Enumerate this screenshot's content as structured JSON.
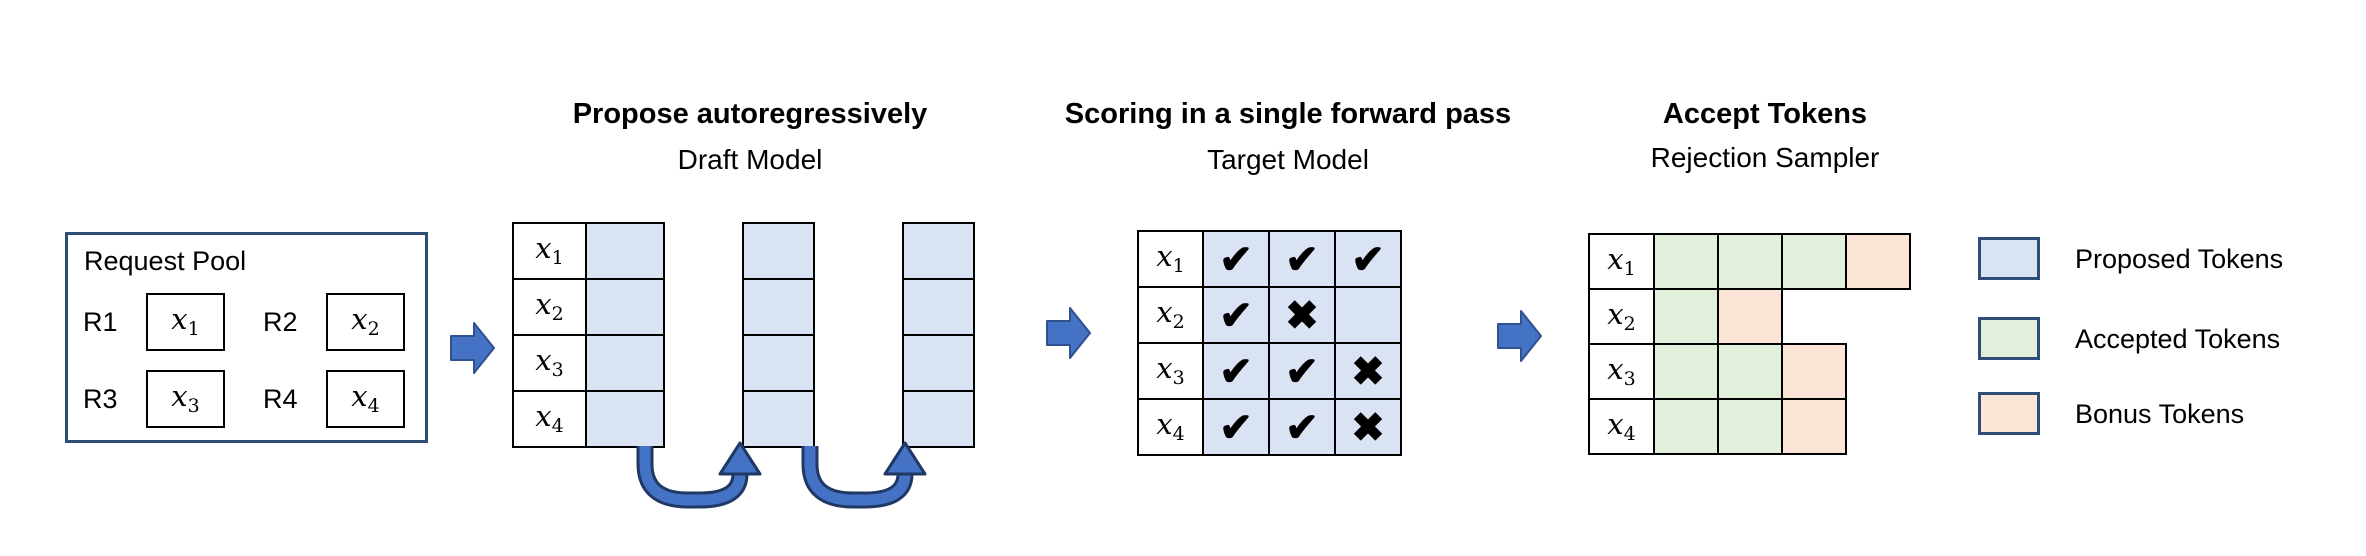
{
  "palette": {
    "proposed": "#dae3f3",
    "accepted": "#e2efda",
    "bonus": "#fce4d6",
    "arrow-fill": "#4472c4",
    "arrow-stroke": "#2f528f",
    "curve-outline": "#1f3864",
    "grid-line": "#000000",
    "pool-border": "#2e4d77"
  },
  "request_pool": {
    "title": "Request Pool",
    "requests": [
      {
        "id": "R1",
        "token": {
          "base": "x",
          "sub": "1"
        }
      },
      {
        "id": "R2",
        "token": {
          "base": "x",
          "sub": "2"
        }
      },
      {
        "id": "R3",
        "token": {
          "base": "x",
          "sub": "3"
        }
      },
      {
        "id": "R4",
        "token": {
          "base": "x",
          "sub": "4"
        }
      }
    ]
  },
  "draft": {
    "title": "Propose autoregressively",
    "subtitle": "Draft Model",
    "row_labels": [
      {
        "base": "x",
        "sub": "1"
      },
      {
        "base": "x",
        "sub": "2"
      },
      {
        "base": "x",
        "sub": "3"
      },
      {
        "base": "x",
        "sub": "4"
      }
    ],
    "proposal_steps": 3
  },
  "target": {
    "title": "Scoring in a single forward pass",
    "subtitle": "Target Model",
    "rows": [
      {
        "label": {
          "base": "x",
          "sub": "1"
        },
        "marks": [
          "check",
          "check",
          "check"
        ]
      },
      {
        "label": {
          "base": "x",
          "sub": "2"
        },
        "marks": [
          "check",
          "cross",
          "none"
        ]
      },
      {
        "label": {
          "base": "x",
          "sub": "3"
        },
        "marks": [
          "check",
          "check",
          "cross"
        ]
      },
      {
        "label": {
          "base": "x",
          "sub": "4"
        },
        "marks": [
          "check",
          "check",
          "cross"
        ]
      }
    ]
  },
  "accept": {
    "title": "Accept Tokens",
    "subtitle": "Rejection Sampler",
    "rows": [
      {
        "label": {
          "base": "x",
          "sub": "1"
        },
        "cells": [
          "accepted",
          "accepted",
          "accepted",
          "bonus"
        ]
      },
      {
        "label": {
          "base": "x",
          "sub": "2"
        },
        "cells": [
          "accepted",
          "bonus"
        ]
      },
      {
        "label": {
          "base": "x",
          "sub": "3"
        },
        "cells": [
          "accepted",
          "accepted",
          "bonus"
        ]
      },
      {
        "label": {
          "base": "x",
          "sub": "4"
        },
        "cells": [
          "accepted",
          "accepted",
          "bonus"
        ]
      }
    ]
  },
  "glyphs": {
    "check": "✔",
    "cross": "✖",
    "none": ""
  },
  "legend": {
    "items": [
      {
        "label": "Proposed Tokens",
        "color_key": "proposed"
      },
      {
        "label": "Accepted Tokens",
        "color_key": "accepted"
      },
      {
        "label": "Bonus Tokens",
        "color_key": "bonus"
      }
    ]
  }
}
